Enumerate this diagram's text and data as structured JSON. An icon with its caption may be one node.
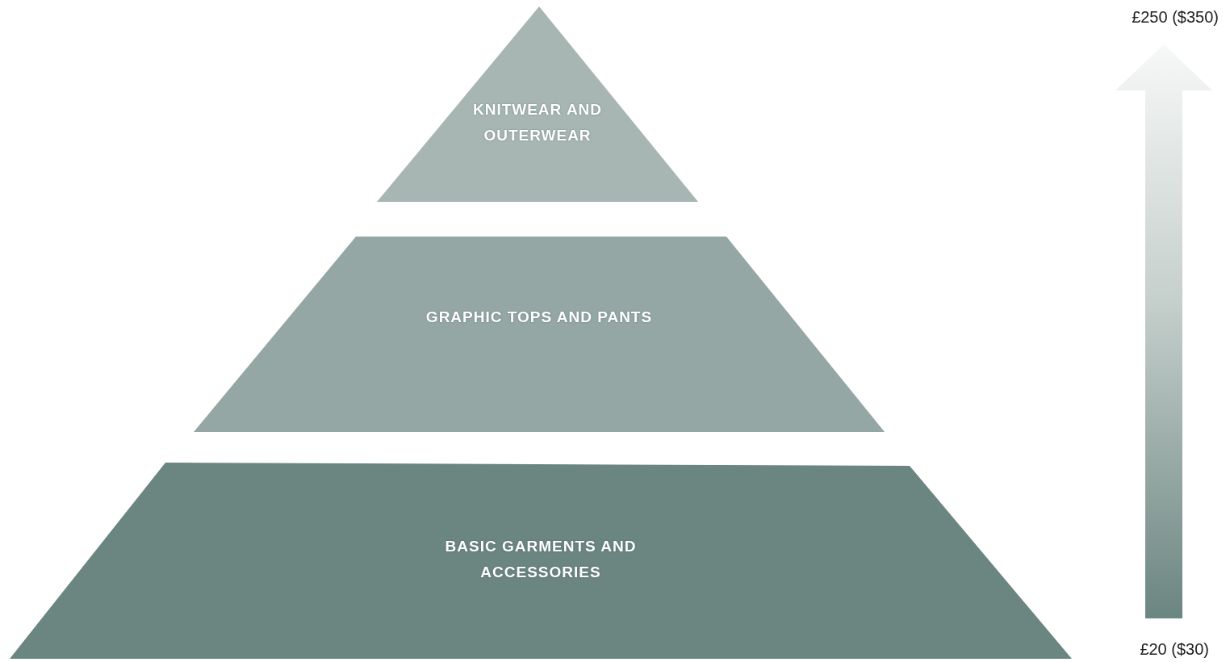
{
  "diagram": {
    "nodes": [
      {
        "text": [
          "KNITWEAR AND OUTERWEAR"
        ]
      },
      {
        "text": [
          "GRAPHIC TOPS AND PANTS"
        ]
      },
      {
        "text": [
          "BASIC GARMENTS AND ACCESSORIES"
        ]
      }
    ],
    "labels": [
      "£250 ($350)",
      "£20 ($30)"
    ]
  }
}
